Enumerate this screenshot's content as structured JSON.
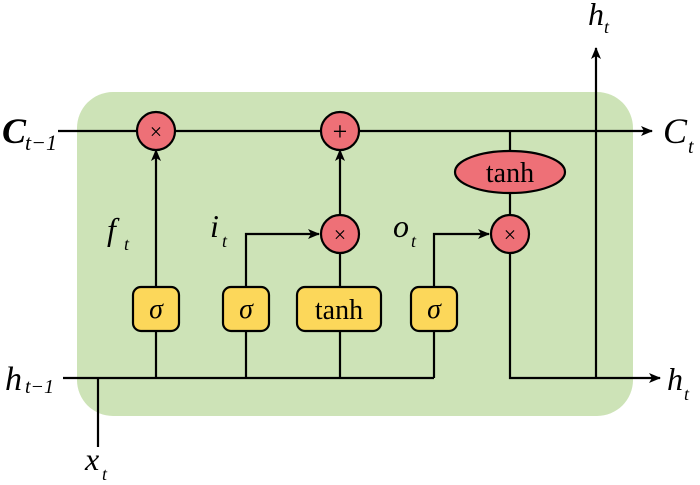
{
  "diagram": {
    "title": "LSTM cell",
    "colors": {
      "cell_background": "#cde3b7",
      "pointwise_op": "#ee7077",
      "layer_box": "#fcd75a",
      "stroke": "#000000"
    },
    "inputs": {
      "cell_state_prev": {
        "base": "C",
        "sub": "t−1"
      },
      "hidden_prev": {
        "base": "h",
        "sub": "t−1"
      },
      "input": {
        "base": "x",
        "sub": "t"
      }
    },
    "outputs": {
      "cell_state": {
        "base": "C",
        "sub": "t"
      },
      "hidden_top": {
        "base": "h",
        "sub": "t"
      },
      "hidden_right": {
        "base": "h",
        "sub": "t"
      }
    },
    "gate_labels": {
      "forget": {
        "base": "f",
        "sub": "t"
      },
      "input": {
        "base": "i",
        "sub": "t"
      },
      "output": {
        "base": "o",
        "sub": "t"
      }
    },
    "layers": {
      "forget_sigma": "σ",
      "input_sigma": "σ",
      "candidate_tanh": "tanh",
      "output_sigma": "σ"
    },
    "ops": {
      "forget_multiply": "×",
      "cell_add": "+",
      "input_multiply": "×",
      "output_multiply": "×",
      "cell_tanh": "tanh"
    }
  }
}
